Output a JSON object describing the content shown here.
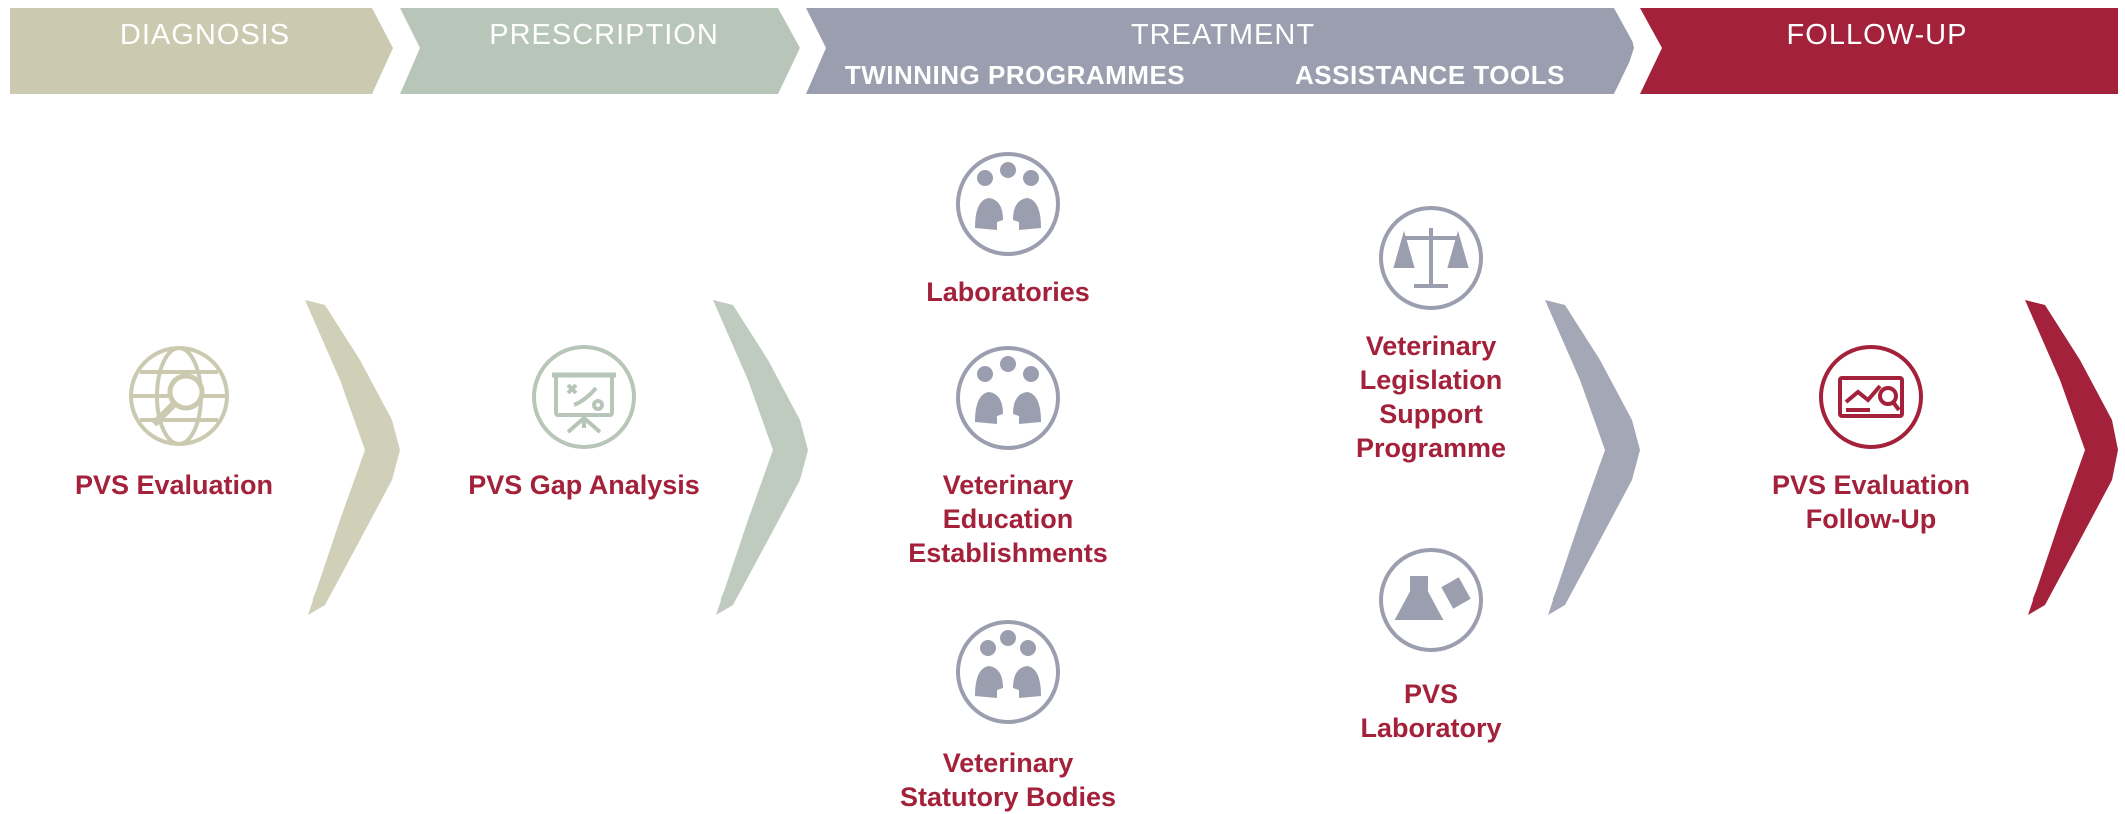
{
  "colors": {
    "diagnosis": "#cbcab1",
    "prescription": "#b7c6b8",
    "treatment": "#9b9eae",
    "followup": "#a3213a",
    "label_text": "#a3213a",
    "icon_grey": "#9b9eae"
  },
  "header": {
    "diagnosis": "DIAGNOSIS",
    "prescription": "PRESCRIPTION",
    "treatment": "TREATMENT",
    "twinning": "TWINNING PROGRAMMES",
    "assistance": "ASSISTANCE TOOLS",
    "followup": "FOLLOW-UP"
  },
  "items": {
    "pvs_evaluation": {
      "label": "PVS Evaluation",
      "icon": "globe-magnifier-icon"
    },
    "gap_analysis": {
      "label": "PVS Gap Analysis",
      "icon": "presentation-board-icon"
    },
    "laboratories": {
      "label": "Laboratories",
      "icon": "heads-lab-icon"
    },
    "vet_education": {
      "label_lines": [
        "Veterinary",
        "Education",
        "Establishments"
      ],
      "icon": "heads-education-icon"
    },
    "vet_statutory": {
      "label_lines": [
        "Veterinary",
        "Statutory Bodies"
      ],
      "icon": "heads-statutory-icon"
    },
    "vet_legislation": {
      "label_lines": [
        "Veterinary",
        "Legislation",
        "Support",
        "Programme"
      ],
      "icon": "scales-icon"
    },
    "pvs_laboratory": {
      "label_lines": [
        "PVS",
        "Laboratory"
      ],
      "icon": "flask-icon"
    },
    "followup": {
      "label_lines": [
        "PVS Evaluation",
        "Follow-Up"
      ],
      "icon": "monitor-search-icon"
    }
  }
}
